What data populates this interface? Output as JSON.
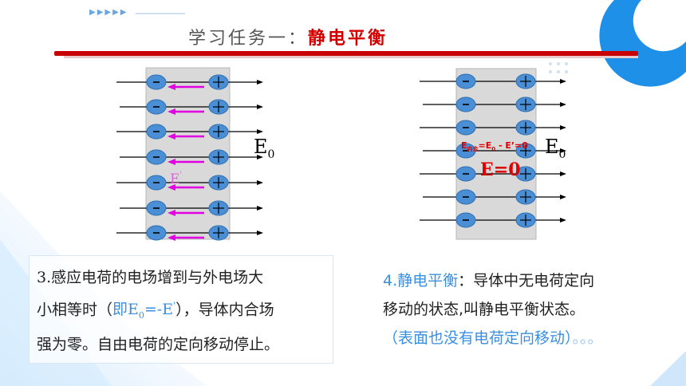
{
  "slide": {
    "title_prefix": "学习任务一：",
    "title_emphasis": "静电平衡"
  },
  "diagram_left": {
    "field_label": "E",
    "field_sub": "0",
    "induced_label": "E",
    "induced_prime": "'",
    "neg_charge": "-",
    "pos_charge": "+"
  },
  "diagram_right": {
    "field_label": "E",
    "field_sub": "0",
    "net_label": "E",
    "net_sub": "内合",
    "net_eq": "=E",
    "net_eq_sub": "0",
    "net_eq_rest": " - E’=0",
    "result": "E=0"
  },
  "caption_left": {
    "line1": "3.感应电荷的电场增到与外电场大",
    "line2_a": "小相等时（",
    "line2_b": "即E",
    "line2_sub": "0",
    "line2_c": "=-E",
    "line2_prime": "'",
    "line2_d": "），导体内合场",
    "line3": "强为零。自由电荷的定向移动停止。"
  },
  "caption_right": {
    "num": "4.",
    "term": "静电平衡",
    "colon": "：",
    "line1_rest": "导体中无电荷定向",
    "line2": "移动的状态,叫静电平衡状态。",
    "line3": "（表面也没有电荷定向移动）",
    "tail": "。。。"
  },
  "colors": {
    "accent_red": "#c80000",
    "charge_blue": "#4a8fd6",
    "induced_arrow": "#e200e2",
    "caption_blue": "#3a8fe0",
    "conductor": "#d9d9d9"
  }
}
